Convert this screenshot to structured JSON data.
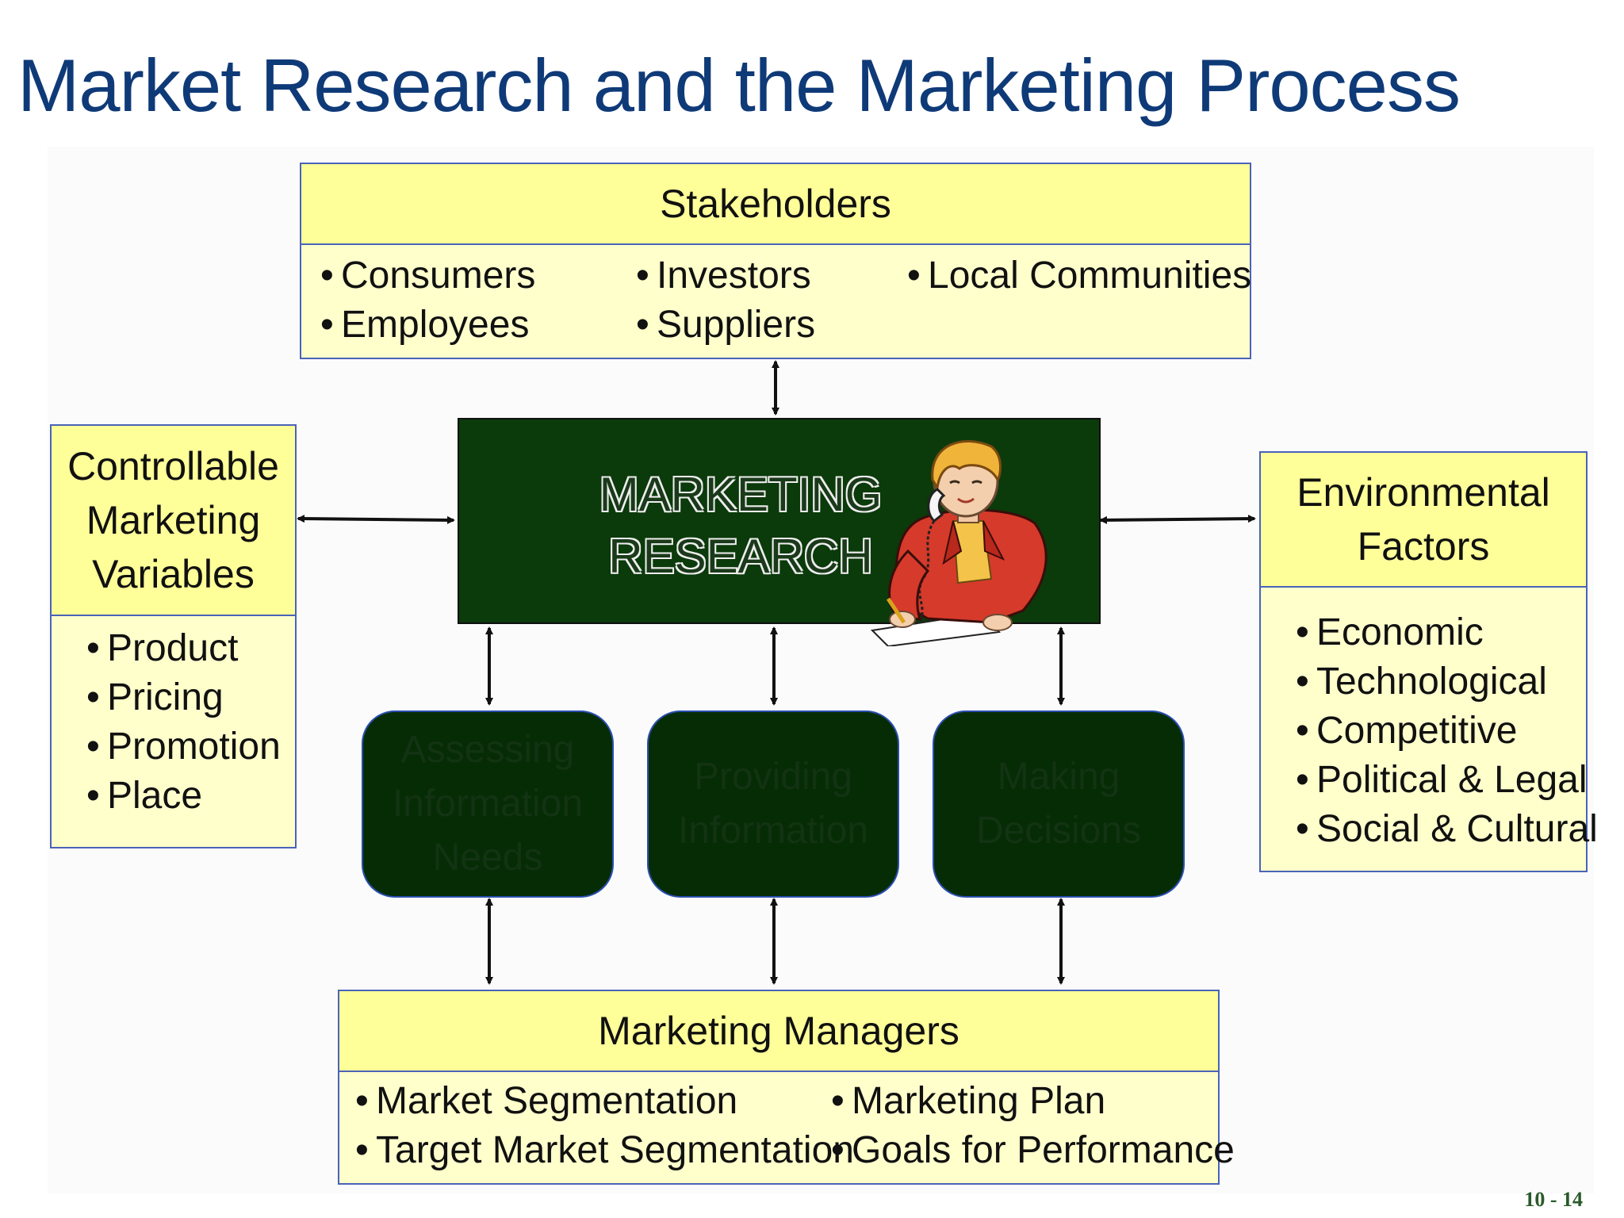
{
  "title": "Market Research and the Marketing Process",
  "stakeholders": {
    "heading": "Stakeholders",
    "col1": [
      "Consumers",
      "Employees"
    ],
    "col2": [
      "Investors",
      "Suppliers"
    ],
    "col3": [
      "Local Communities"
    ]
  },
  "controllable": {
    "heading_lines": [
      "Controllable",
      "Marketing",
      "Variables"
    ],
    "items": [
      "Product",
      "Pricing",
      "Promotion",
      "Place"
    ]
  },
  "environmental": {
    "heading_lines": [
      "Environmental",
      "Factors"
    ],
    "items": [
      "Economic",
      "Technological",
      "Competitive",
      "Political & Legal",
      "Social & Cultural"
    ]
  },
  "marketing_research": {
    "line1": "MARKETING",
    "line2": "RESEARCH"
  },
  "steps": [
    {
      "lines": [
        "Assessing",
        "Information",
        "Needs"
      ]
    },
    {
      "lines": [
        "Providing",
        "Information"
      ]
    },
    {
      "lines": [
        "Making",
        "Decisions"
      ]
    }
  ],
  "managers": {
    "heading": "Marketing Managers",
    "col1": [
      "Market Segmentation",
      "Target Market Segmentation"
    ],
    "col2": [
      "Marketing Plan",
      "Goals for Performance"
    ]
  },
  "page_number": "10 - 14",
  "colors": {
    "title": "#0f3a78",
    "box_header": "#ffff99",
    "box_body": "#ffffcc",
    "box_border": "#4a63b8",
    "dark_green": "#0b3a0b"
  }
}
